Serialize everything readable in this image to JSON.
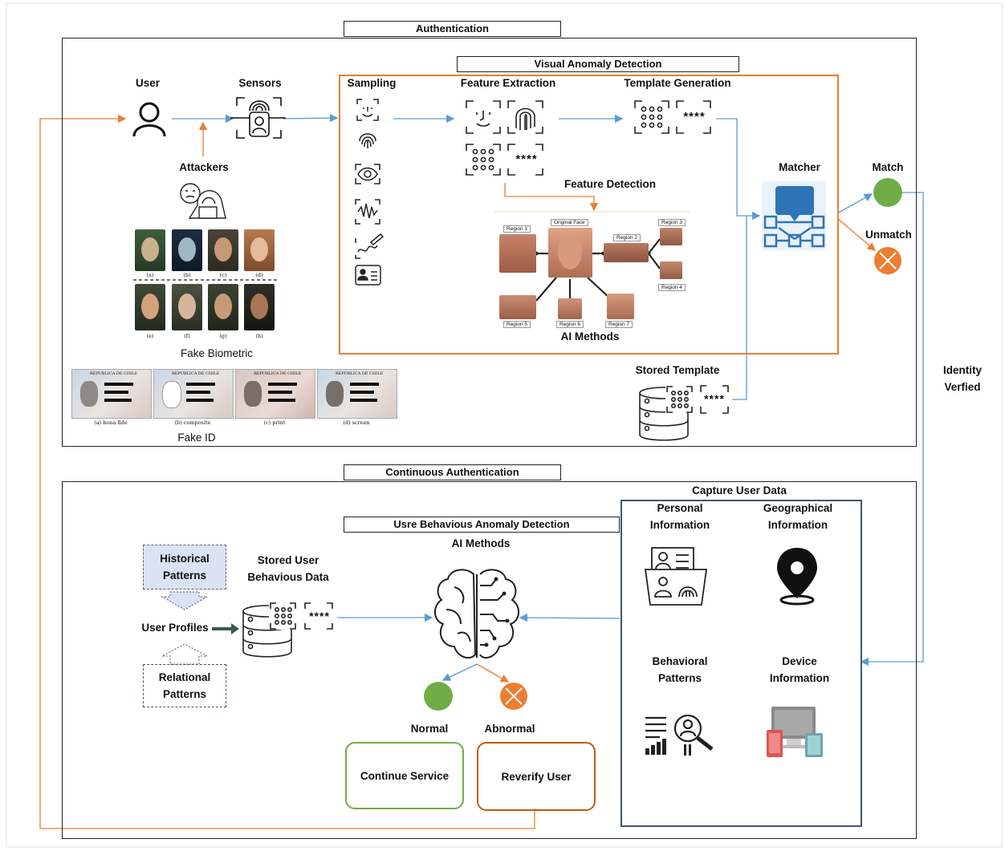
{
  "auth": {
    "title": "Authentication",
    "user": "User",
    "sensors": "Sensors",
    "attackers": "Attackers",
    "fake_biometric": "Fake Biometric",
    "fake_id": "Fake ID",
    "face_captions": [
      "(a)",
      "(b)",
      "(c)",
      "(d)",
      "(e)",
      "(f)",
      "(g)",
      "(h)"
    ],
    "id_captions": [
      "(a) bona fide",
      "(b) composite",
      "(c) print",
      "(d) screen"
    ],
    "card_header": "REPUBLICA DE CHILE"
  },
  "vad": {
    "title": "Visual Anomaly Detection",
    "sampling": "Sampling",
    "feature_extraction": "Feature Extraction",
    "template_generation": "Template Generation",
    "feature_detection": "Feature Detection",
    "ai_methods": "AI Methods",
    "stars": "****",
    "regions": {
      "original": "Original Face",
      "r1": "Region 1",
      "r2": "Region 2",
      "r3": "Region 3",
      "r4": "Region 4",
      "r5": "Region 5",
      "r6": "Region 6",
      "r7": "Region 7"
    }
  },
  "matcher": "Matcher",
  "match": "Match",
  "unmatch": "Unmatch",
  "stored_template": "Stored Template",
  "identity_verified": "Identity Verfied",
  "cont": {
    "title": "Continuous Authentication",
    "ubad_title": "Usre Behavious Anomaly Detection",
    "ai_methods": "AI Methods",
    "historical": "Historical Patterns",
    "relational": "Relational Patterns",
    "user_profiles": "User Profiles",
    "stored_behaviour": "Stored User Behavious Data",
    "normal": "Normal",
    "abnormal": "Abnormal",
    "continue_service": "Continue Service",
    "reverify_user": "Reverify User",
    "capture_title": "Capture User Data",
    "personal": "Personal Information",
    "geographical": "Geographical Information",
    "behavioral": "Behavioral Patterns",
    "device": "Device Information"
  },
  "colors": {
    "blue_arrow": "#5b9bd5",
    "orange_arrow": "#ed7d31",
    "match_green": "#70ad47",
    "unmatch_orange": "#ed7d31",
    "icon_blue": "#2e75b6",
    "hist_fill": "#dae3f3",
    "capture_border": "#44546a"
  }
}
